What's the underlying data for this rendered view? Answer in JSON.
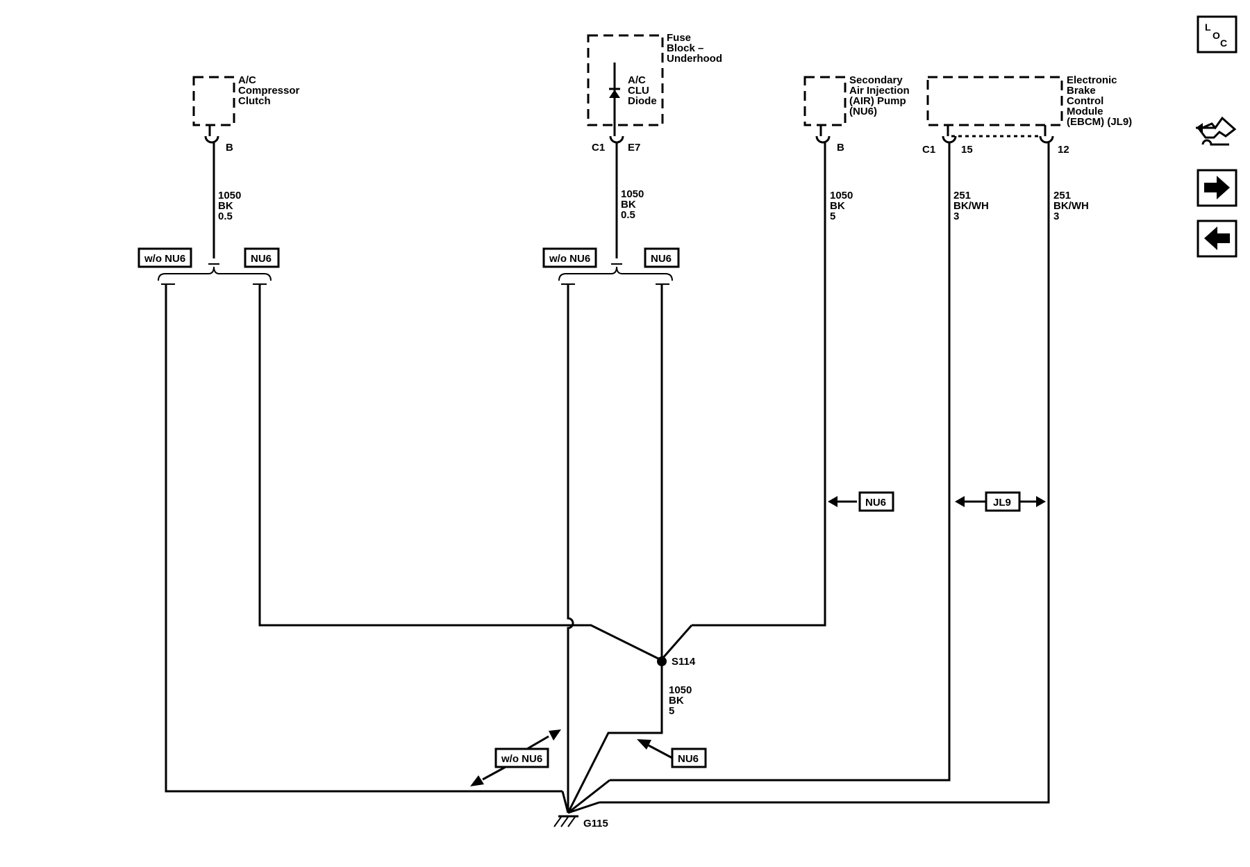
{
  "components": {
    "ac_clutch": "A/C\nCompressor\nClutch",
    "fuse_block": "Fuse\nBlock –\nUnderhood",
    "clu_diode": "A/C\nCLU\nDiode",
    "air_pump": "Secondary\nAir Injection\n(AIR) Pump\n(NU6)",
    "ebcm": "Electronic\nBrake\nControl\nModule\n(EBCM) (JL9)"
  },
  "pins": {
    "ac_clutch": "B",
    "fuse_conn": "C1",
    "fuse_pin": "E7",
    "air_pump": "B",
    "ebcm_conn": "C1",
    "ebcm_pin1": "15",
    "ebcm_pin2": "12"
  },
  "wires": {
    "w1": "1050\nBK\n0.5",
    "w2": "1050\nBK\n0.5",
    "w3": "1050\nBK\n5",
    "w4": "251\nBK/WH\n3",
    "w5": "251\nBK/WH\n3",
    "w6": "1050\nBK\n5"
  },
  "options": {
    "left_wo": "w/o NU6",
    "left_nu6": "NU6",
    "mid_wo": "w/o NU6",
    "mid_nu6": "NU6",
    "air_tag": "NU6",
    "jl9_tag": "JL9",
    "bottom_wo": "w/o NU6",
    "bottom_nu6": "NU6"
  },
  "splice": "S114",
  "ground": "G115",
  "nav": {
    "loc_l": "L",
    "loc_o": "O",
    "loc_c": "C",
    "icons": [
      "loc-icon",
      "connector-icon",
      "next-arrow-icon",
      "prev-arrow-icon"
    ]
  }
}
